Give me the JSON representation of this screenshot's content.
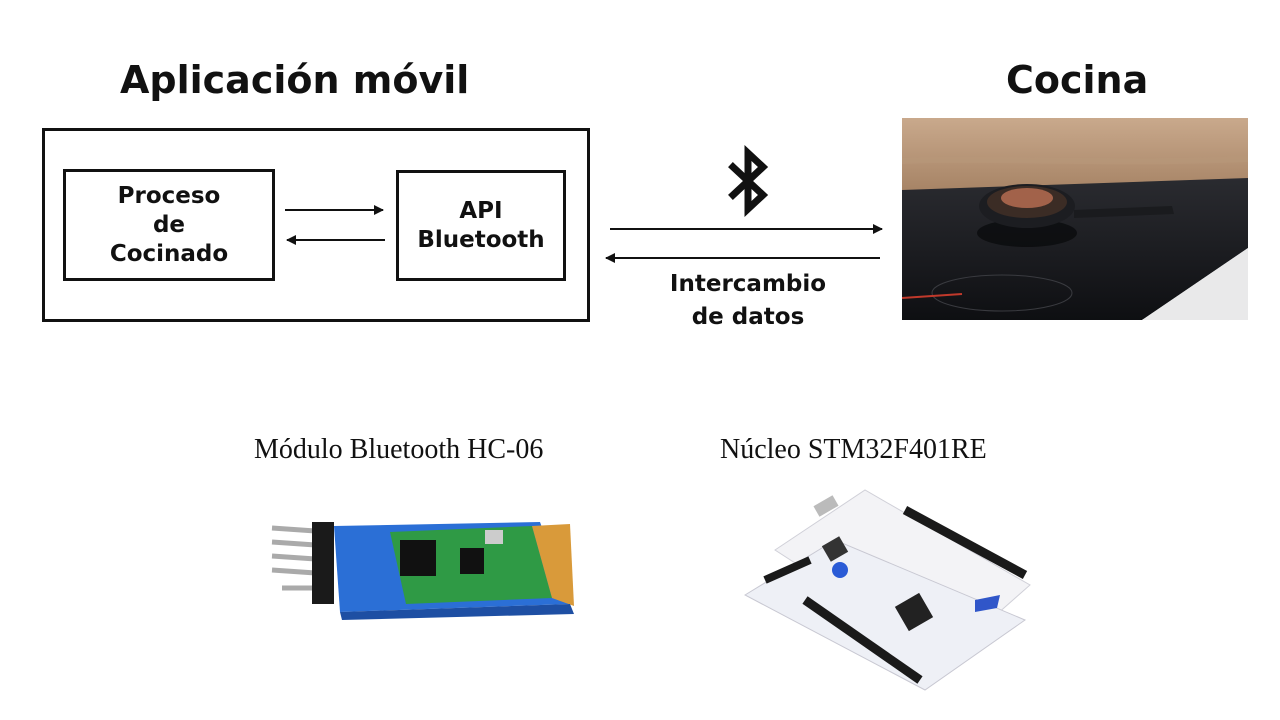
{
  "titles": {
    "app": "Aplicación móvil",
    "kitchen": "Cocina"
  },
  "app_boxes": {
    "process": [
      "Proceso",
      "de",
      "Cocinado"
    ],
    "api": [
      "API",
      "Bluetooth"
    ]
  },
  "link": {
    "label": [
      "Intercambio",
      "de datos"
    ],
    "icon": "bluetooth-icon"
  },
  "captions": {
    "module": "Módulo Bluetooth HC-06",
    "board": "Núcleo STM32F401RE"
  },
  "colors": {
    "ink": "#111111",
    "board_pcb": "#f3f3f6",
    "module_pcb": "#2b6fd6",
    "module_chip": "#2f9a45",
    "header_pins": "#1a1a1a"
  }
}
